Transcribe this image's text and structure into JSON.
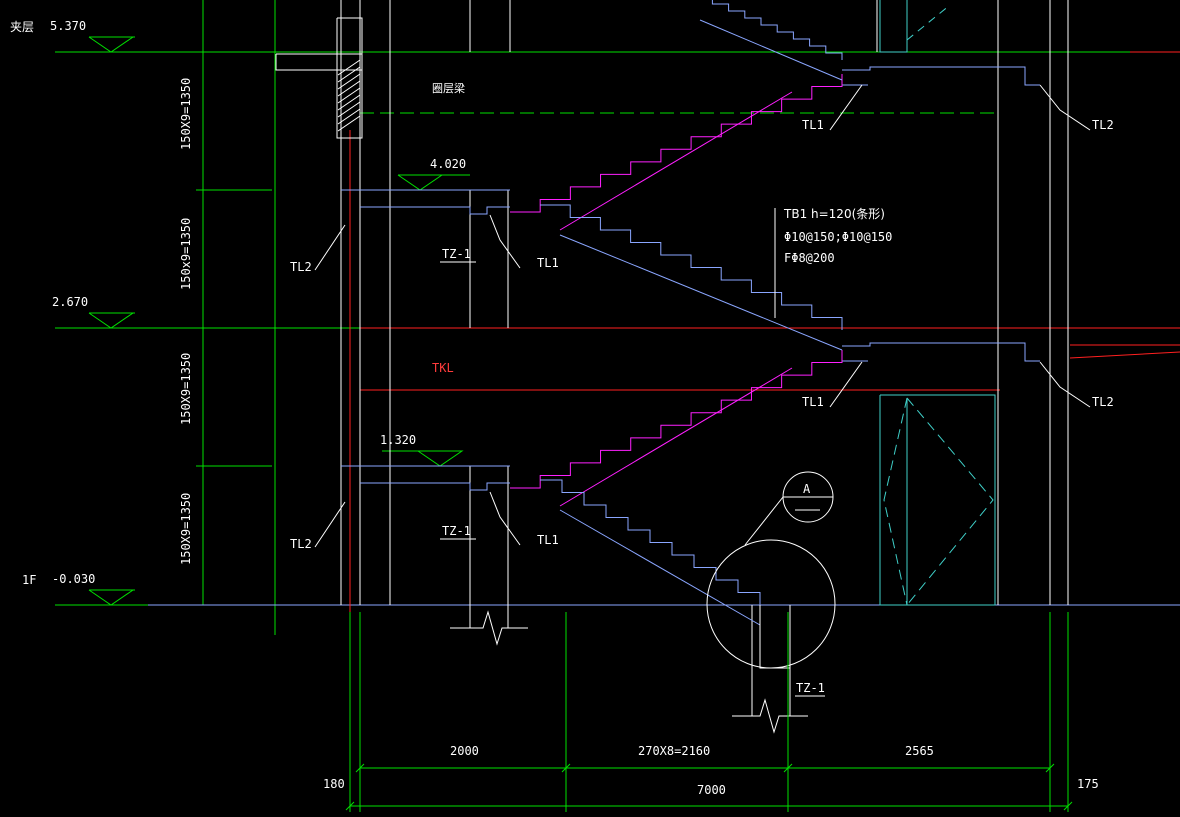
{
  "levels": {
    "mezzanine_label": "夹层",
    "mezzanine_value": "5.370",
    "mid_value": "2.670",
    "ground_label": "1F",
    "ground_value": "-0.030",
    "landing_upper": "4.020",
    "landing_lower": "1.320"
  },
  "flight_heights": [
    "150X9=1350",
    "150x9=1350",
    "150X9=1350",
    "150X9=1350"
  ],
  "labels": {
    "ring_beam": "圈层梁",
    "tb1_line1": "TB1  h=120(条形)",
    "tb1_line2": "Φ10@150;Φ10@150",
    "tb1_line3": "FΦ8@200",
    "tkl": "TKL",
    "tl1": "TL1",
    "tl2": "TL2",
    "tz1": "TZ-1",
    "detail_mark": "A"
  },
  "dimensions": {
    "seg1": "2000",
    "seg2": "270X8=2160",
    "seg3": "2565",
    "total": "7000",
    "left_offset": "180",
    "right_offset": "175"
  },
  "colors": {
    "background": "#000000",
    "green": "#00e000",
    "stair_blue": "#8aa6ff",
    "stair_magenta": "#ff20ff",
    "red": "#ff2020",
    "white": "#ffffff",
    "cyan": "#3fcfc8"
  }
}
